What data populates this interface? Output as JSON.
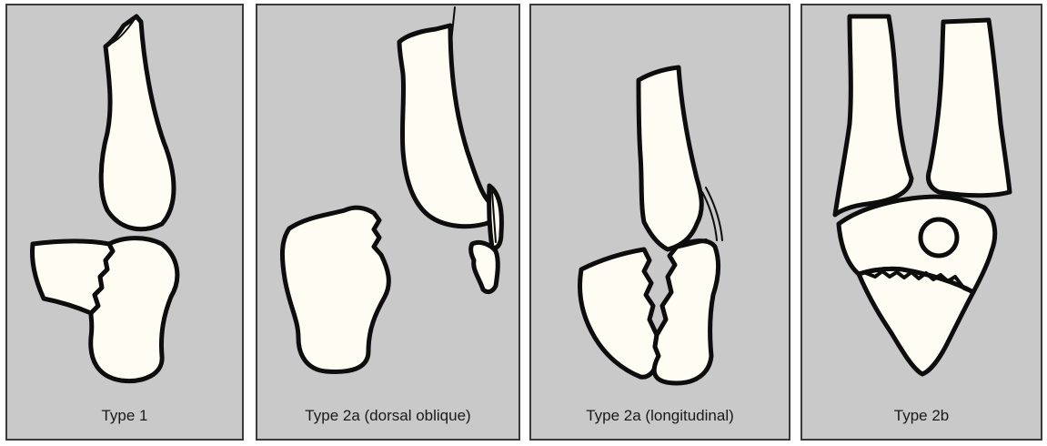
{
  "panels": [
    {
      "caption": "Type 1"
    },
    {
      "caption": "Type 2a (dorsal oblique)"
    },
    {
      "caption": "Type 2a (longitudinal)"
    },
    {
      "caption": "Type 2b"
    }
  ]
}
